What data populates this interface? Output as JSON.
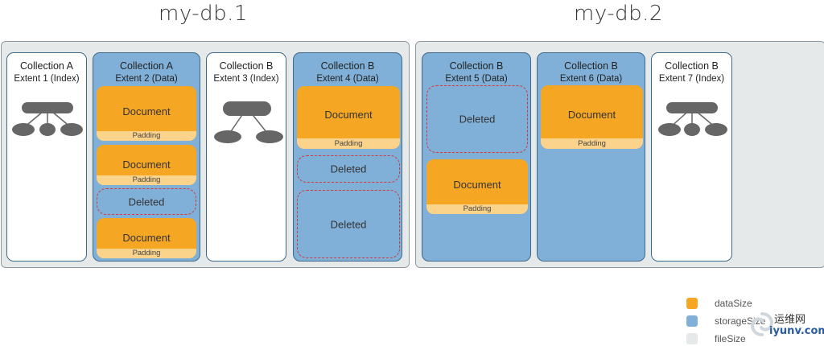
{
  "databases": [
    {
      "name": "my-db.1"
    },
    {
      "name": "my-db.2"
    }
  ],
  "extents": [
    {
      "collection": "Collection A",
      "extent": "Extent 1 (Index)"
    },
    {
      "collection": "Collection A",
      "extent": "Extent 2 (Data)"
    },
    {
      "collection": "Collection B",
      "extent": "Extent 3 (Index)"
    },
    {
      "collection": "Collection B",
      "extent": "Extent 4 (Data)"
    },
    {
      "collection": "Collection B",
      "extent": "Extent 5 (Data)"
    },
    {
      "collection": "Collection B",
      "extent": "Extent 6 (Data)"
    },
    {
      "collection": "Collection B",
      "extent": "Extent 7 (Index)"
    }
  ],
  "labels": {
    "document": "Document",
    "padding": "Padding",
    "deleted": "Deleted"
  },
  "legend": [
    {
      "label": "dataSize",
      "color": "#f5a623"
    },
    {
      "label": "storageSize",
      "color": "#80b0d8"
    },
    {
      "label": "fileSize",
      "color": "#e6e9ea"
    }
  ],
  "watermark": {
    "line1": "运维网",
    "line2": "iyunv.com"
  },
  "colors": {
    "document": "#f5a623",
    "padding": "#fbd38a",
    "data_extent": "#80b0d8",
    "file": "#e6e9ea",
    "deleted_border": "#d03a3a",
    "index_node": "#666666"
  }
}
